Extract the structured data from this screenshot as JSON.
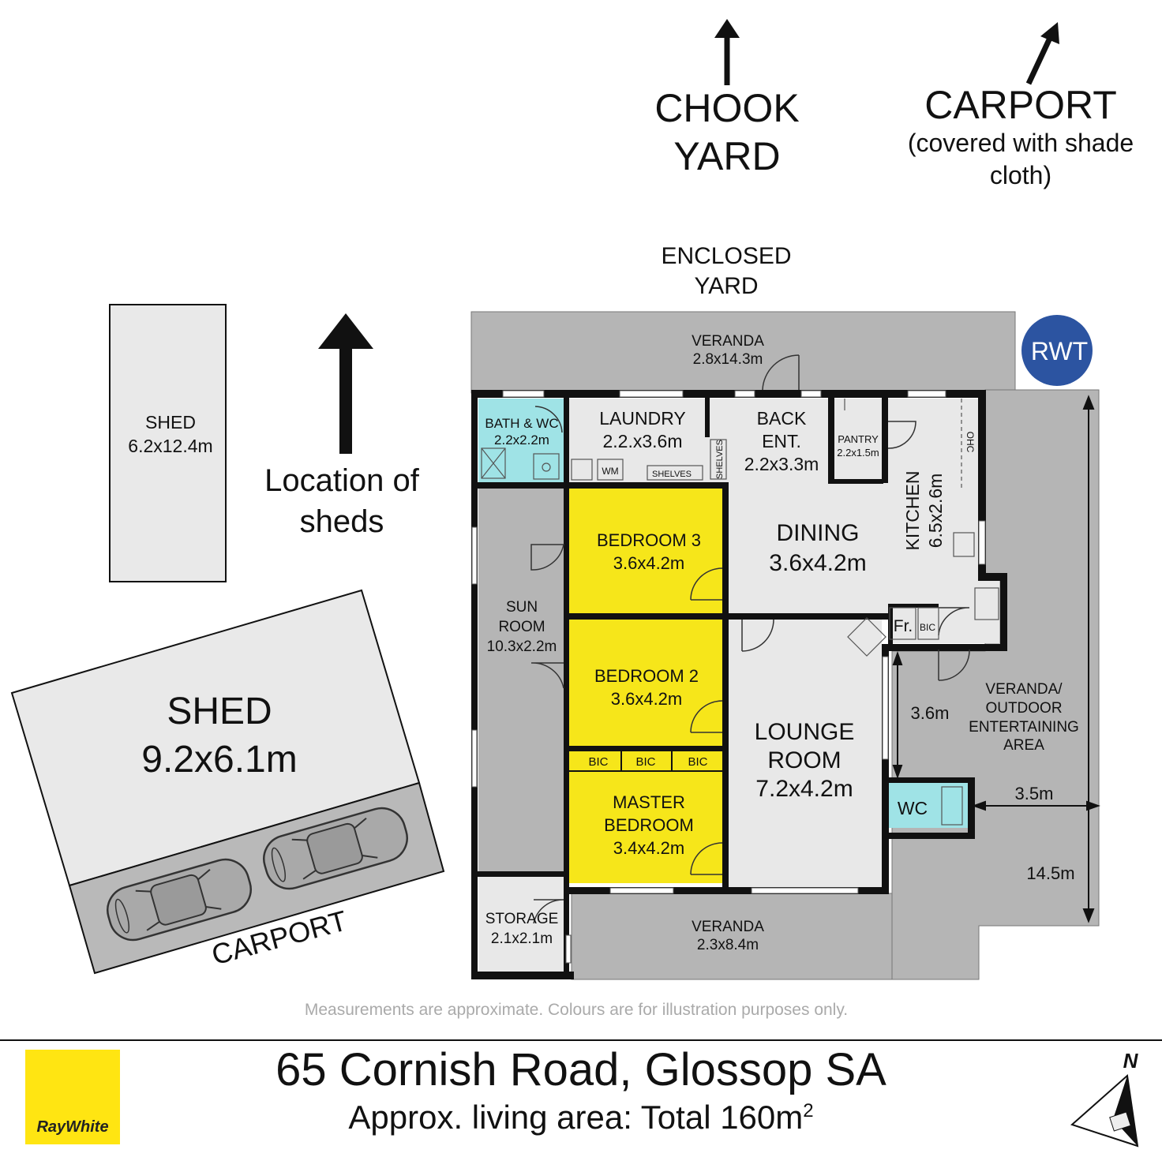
{
  "colors": {
    "wall": "#111111",
    "floor": "#e8e8e8",
    "outdoor": "#b5b5b5",
    "bedroom": "#f6e61a",
    "wet_area": "#9fe3e6",
    "shed": "#e9e9e9",
    "carport": "#b9b9b9",
    "rwt": "#2c54a1",
    "brand_yellow": "#ffe512"
  },
  "labels": {
    "chook_yard_1": "CHOOK",
    "chook_yard_2": "YARD",
    "carport_top": "CARPORT",
    "carport_top_note_1": "(covered with shade",
    "carport_top_note_2": "cloth)",
    "enclosed_yard_1": "ENCLOSED",
    "enclosed_yard_2": "YARD",
    "rwt": "RWT",
    "location_of_sheds_1": "Location of",
    "location_of_sheds_2": "sheds",
    "carport_bottom": "CARPORT",
    "north": "N",
    "wm": "WM",
    "shelves_horizontal": "SHELVES",
    "shelves_vertical": "SHELVES",
    "ohc": "OHC",
    "fridge": "Fr.",
    "bic_kitchen": "BIC",
    "bic_1": "BIC",
    "bic_2": "BIC",
    "bic_3": "BIC",
    "dim_36": "3.6m",
    "dim_35": "3.5m",
    "dim_145": "14.5m"
  },
  "rooms": {
    "small_shed": {
      "name": "SHED",
      "size": "6.2x12.4m"
    },
    "large_shed": {
      "name": "SHED",
      "size": "9.2x6.1m"
    },
    "veranda_top": {
      "name": "VERANDA",
      "size": "2.8x14.3m"
    },
    "bath_wc": {
      "name": "BATH & WC",
      "size": "2.2x2.2m"
    },
    "laundry": {
      "name": "LAUNDRY",
      "size": "2.2.x3.6m"
    },
    "back_ent": {
      "name_1": "BACK",
      "name_2": "ENT.",
      "size": "2.2x3.3m"
    },
    "pantry": {
      "name": "PANTRY",
      "size": "2.2x1.5m"
    },
    "kitchen": {
      "name": "KITCHEN",
      "size": "6.5x2.6m"
    },
    "dining": {
      "name": "DINING",
      "size": "3.6x4.2m"
    },
    "bedroom_3": {
      "name": "BEDROOM 3",
      "size": "3.6x4.2m"
    },
    "bedroom_2": {
      "name": "BEDROOM 2",
      "size": "3.6x4.2m"
    },
    "master": {
      "name_1": "MASTER",
      "name_2": "BEDROOM",
      "size": "3.4x4.2m"
    },
    "sun_room": {
      "name_1": "SUN",
      "name_2": "ROOM",
      "size": "10.3x2.2m"
    },
    "lounge": {
      "name_1": "LOUNGE",
      "name_2": "ROOM",
      "size": "7.2x4.2m"
    },
    "wc": {
      "name": "WC"
    },
    "storage": {
      "name": "STORAGE",
      "size": "2.1x2.1m"
    },
    "veranda_bottom": {
      "name": "VERANDA",
      "size": "2.3x8.4m"
    },
    "veranda_outdoor": {
      "line_1": "VERANDA/",
      "line_2": "OUTDOOR",
      "line_3": "ENTERTAINING",
      "line_4": "AREA"
    }
  },
  "footer": {
    "disclaimer": "Measurements are approximate. Colours are for illustration purposes only.",
    "address": "65 Cornish Road, Glossop SA",
    "area_prefix": "Approx. living area: Total 160m",
    "area_sup": "2",
    "brand": "RayWhite"
  }
}
